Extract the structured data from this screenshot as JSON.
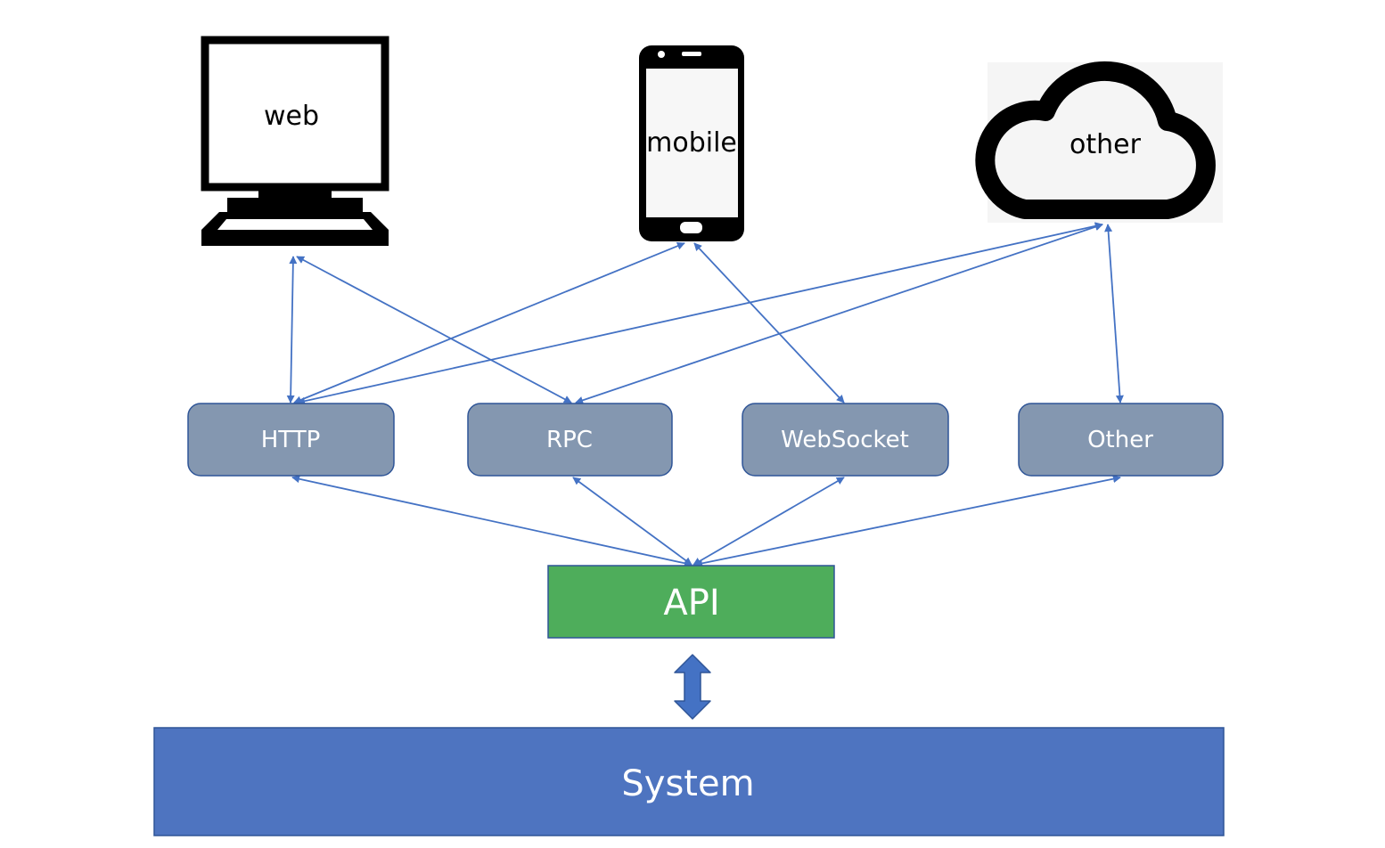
{
  "clients": {
    "web": "web",
    "mobile": "mobile",
    "other": "other"
  },
  "protocols": {
    "http": "HTTP",
    "rpc": "RPC",
    "websocket": "WebSocket",
    "other": "Other"
  },
  "api": "API",
  "system": "System",
  "colors": {
    "connector": "#4472C4",
    "protocol_fill": "#8497B0",
    "protocol_stroke": "#2F5597",
    "api_fill": "#4EAD5B",
    "api_stroke": "#2F5597",
    "system_fill": "#4E74C0",
    "system_stroke": "#2F5597"
  }
}
